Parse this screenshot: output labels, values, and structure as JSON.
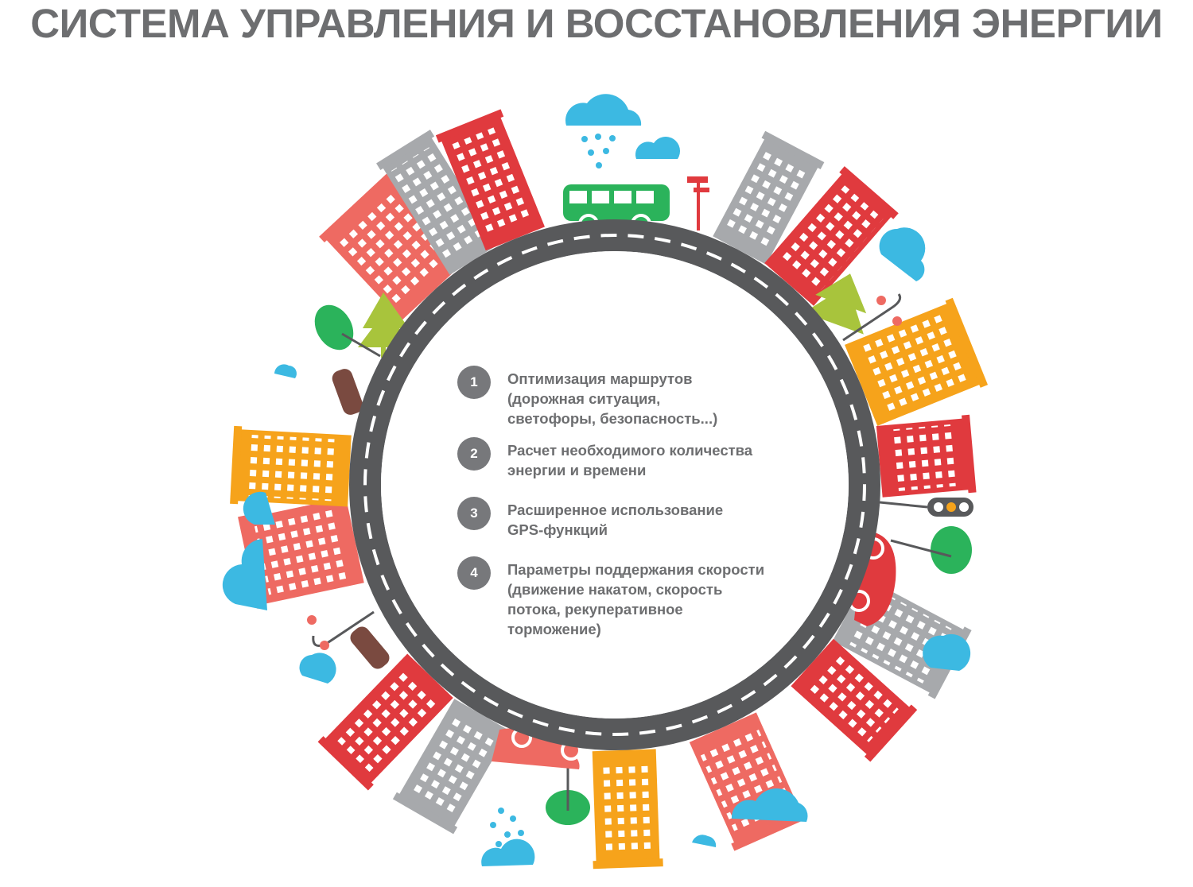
{
  "title": "СИСТЕМА УПРАВЛЕНИЯ И ВОССТАНОВЛЕНИЯ ЭНЕРГИИ",
  "items": [
    {
      "number": "1",
      "text": "Оптимизация маршрутов\n(дорожная ситуация,\nсветофоры, безопасность...)"
    },
    {
      "number": "2",
      "text": "Расчет необходимого количества\nэнергии и времени"
    },
    {
      "number": "3",
      "text": "Расширенное использование\nGPS-функций"
    },
    {
      "number": "4",
      "text": "Параметры поддержания скорости\n(движение накатом, скорость\nпотока, рекуперативное\nторможение)"
    }
  ],
  "colors": {
    "title": "#6d6e70",
    "road": "#58595b",
    "red": "#e03a3e",
    "salmon": "#ee6a62",
    "gray": "#a7a9ac",
    "orange": "#f6a31b",
    "green": "#2bb35b",
    "lime": "#a8c43c",
    "cloud": "#3cb9e2",
    "brown": "#7a4a40"
  },
  "icons": [
    "bus-icon",
    "car-icon",
    "tree-icon",
    "cloud-icon",
    "rain-icon",
    "traffic-light-icon",
    "street-lamp-icon",
    "bench-icon",
    "signpost-icon"
  ]
}
